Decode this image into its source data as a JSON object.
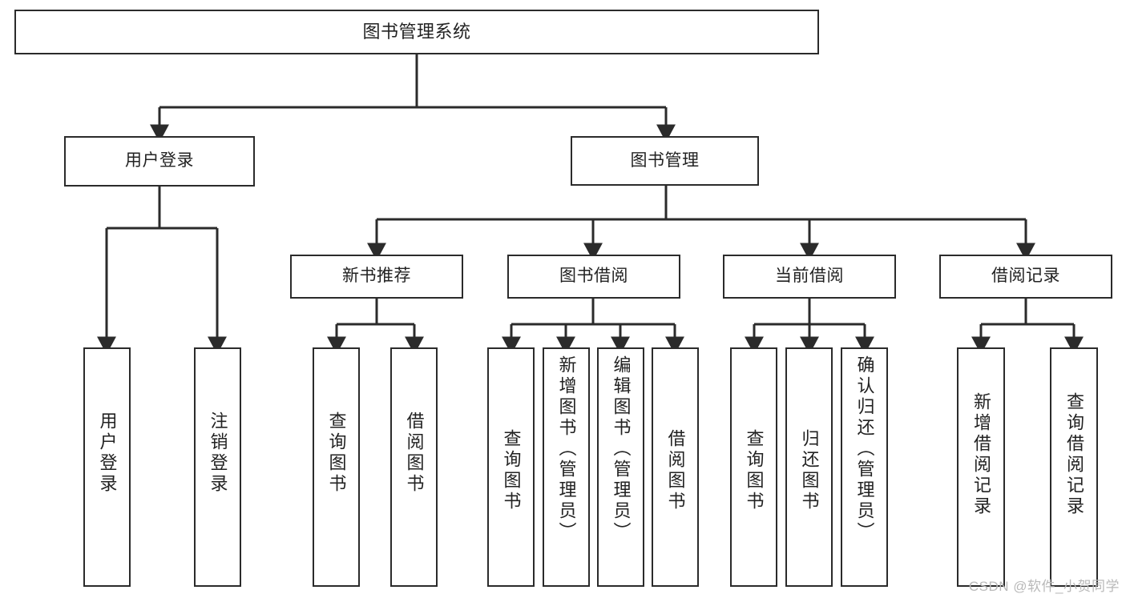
{
  "diagram": {
    "type": "tree",
    "title_node": {
      "label": "图书管理系统"
    },
    "level1": [
      {
        "label": "用户登录"
      },
      {
        "label": "图书管理"
      }
    ],
    "level2": [
      {
        "label": "新书推荐",
        "parent": "图书管理"
      },
      {
        "label": "图书借阅",
        "parent": "图书管理"
      },
      {
        "label": "当前借阅",
        "parent": "图书管理"
      },
      {
        "label": "借阅记录",
        "parent": "图书管理"
      }
    ],
    "leaves": {
      "user_login": [
        {
          "label": "用户登录"
        },
        {
          "label": "注销登录"
        }
      ],
      "new_book": [
        {
          "label": "查询图书"
        },
        {
          "label": "借阅图书"
        }
      ],
      "book_borrow": [
        {
          "label": "查询图书"
        },
        {
          "label": "新增图书（管理员）"
        },
        {
          "label": "编辑图书（管理员）"
        },
        {
          "label": "借阅图书"
        }
      ],
      "current_borrow": [
        {
          "label": "查询图书"
        },
        {
          "label": "归还图书"
        },
        {
          "label": "确认归还（管理员）"
        }
      ],
      "borrow_record": [
        {
          "label": "新增借阅记录"
        },
        {
          "label": "查询借阅记录"
        }
      ]
    }
  },
  "watermark": {
    "text": "CSDN @软件_小贺同学"
  },
  "colors": {
    "border": "#2b2b2b",
    "text": "#222222",
    "background": "#ffffff",
    "watermark": "#b9b9b9"
  }
}
